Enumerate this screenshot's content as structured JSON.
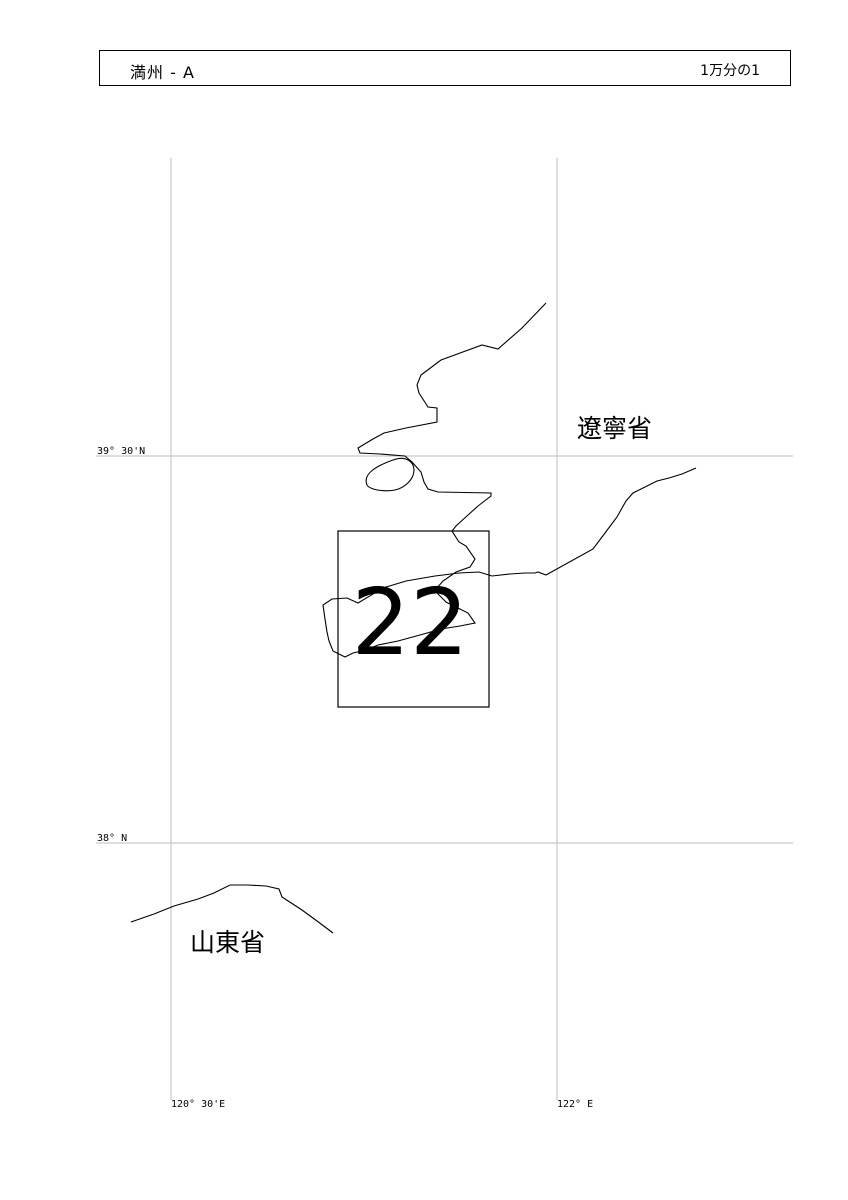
{
  "header": {
    "title": "満州 - A",
    "scale": "1万分の1"
  },
  "grid_labels": {
    "lat_39_30": "39° 30'N",
    "lat_38": "38° N",
    "lon_120_30": "120° 30'E",
    "lon_122": "122° E"
  },
  "regions": {
    "liaoning": "遼寧省",
    "shandong": "山東省"
  },
  "sheet": {
    "number": "22"
  },
  "colors": {
    "grid": "#bdbdbd",
    "ink": "#000000"
  }
}
